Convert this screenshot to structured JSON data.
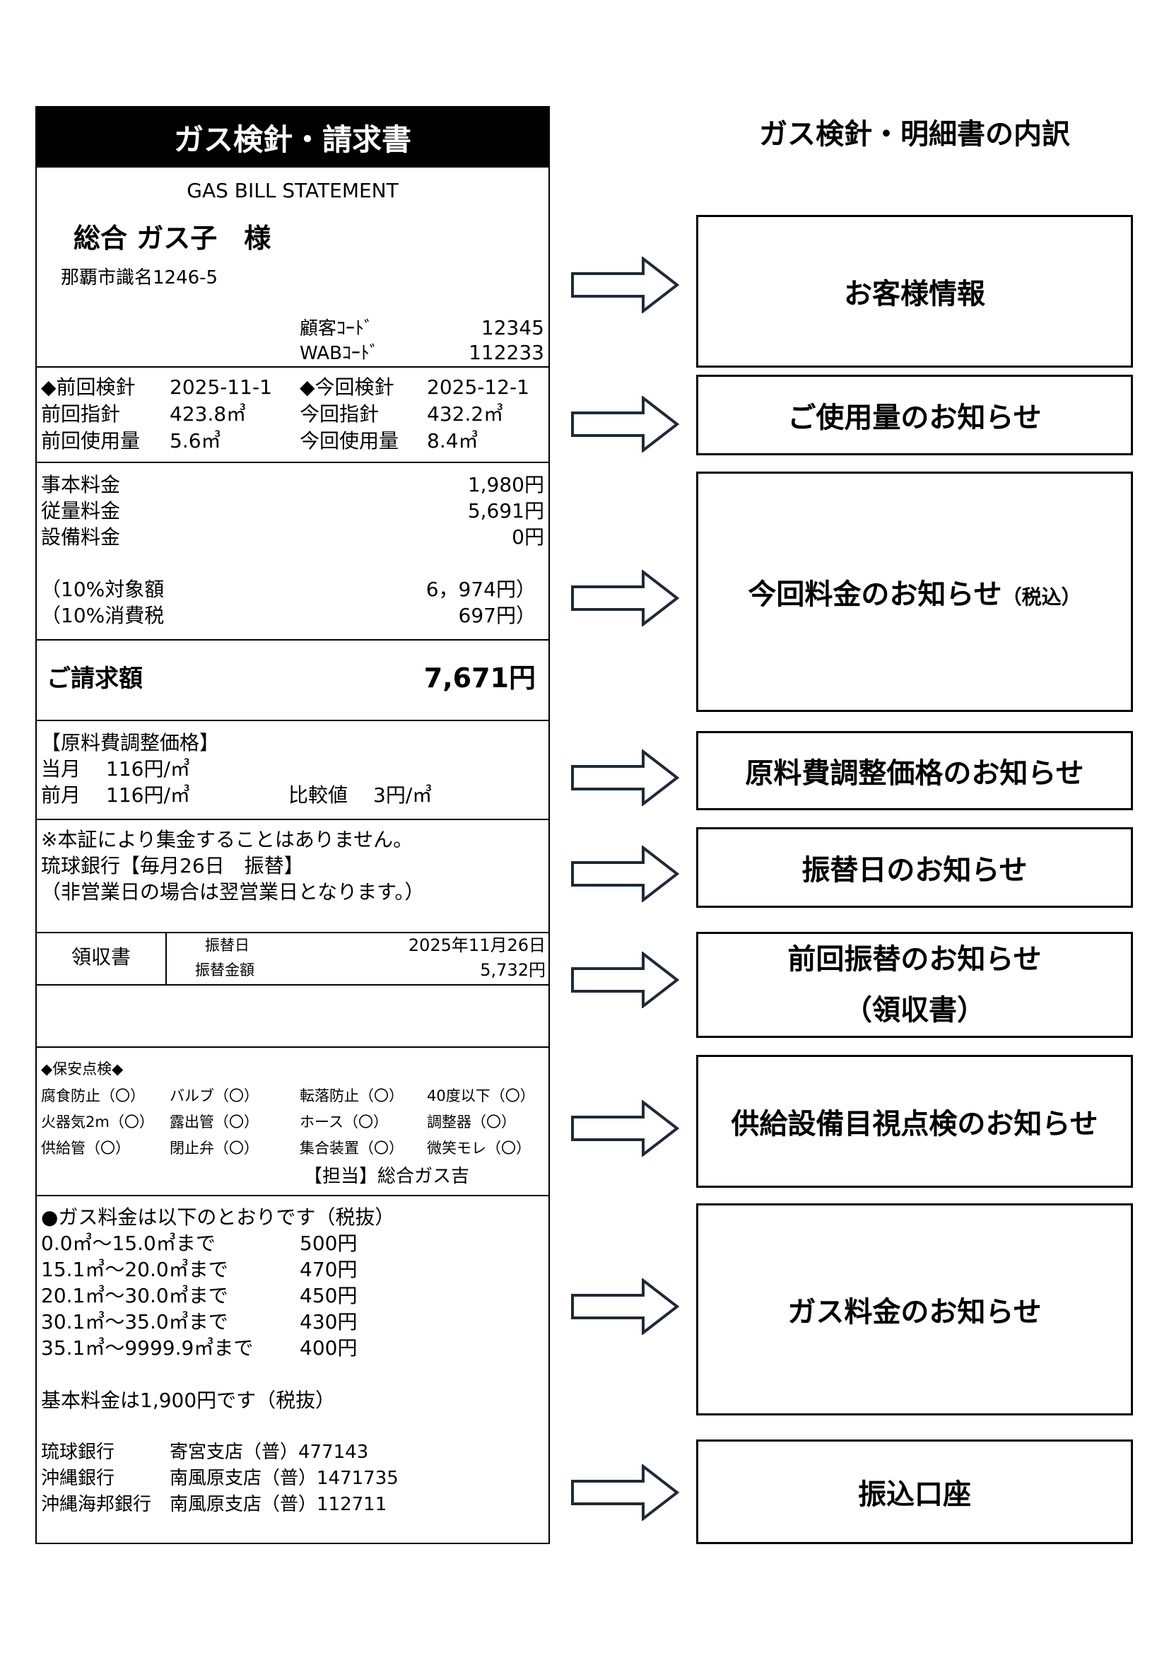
{
  "bill": {
    "header": "ガス検針・請求書",
    "subtitle": "GAS BILL STATEMENT",
    "customer_name": "総合 ガス子　様",
    "address": "那覇市識名1246-5",
    "customer_code_label": "顧客ｺｰﾄﾞ",
    "customer_code": "12345",
    "wab_code_label": "WABｺｰﾄﾞ",
    "wab_code": "112233",
    "prev_reading_label": "◆前回検針",
    "prev_reading_date": "2025-11-1",
    "curr_reading_label": "◆今回検針",
    "curr_reading_date": "2025-12-1",
    "prev_meter_label": "前回指針",
    "prev_meter": "423.8㎥",
    "curr_meter_label": "今回指針",
    "curr_meter": "432.2㎥",
    "prev_usage_label": "前回使用量",
    "prev_usage": "5.6㎥",
    "curr_usage_label": "今回使用量",
    "curr_usage": "8.4㎥",
    "base_fee_label": "事本料金",
    "base_fee": "1,980円",
    "usage_fee_label": "従量料金",
    "usage_fee": "5,691円",
    "equipment_fee_label": "設備料金",
    "equipment_fee": "0円",
    "taxable_label": "（10%対象額",
    "taxable_amount": "6，974円）",
    "tax_label": "（10%消費税",
    "tax_amount": "697円）",
    "billing_label": "ご請求額",
    "billing_amount": "7,671円",
    "raw_title": "【原料費調整価格】",
    "raw_curr_label": "当月",
    "raw_curr": "116円/㎥",
    "raw_prev_label": "前月",
    "raw_prev": "116円/㎥",
    "raw_compare_label": "比較値",
    "raw_compare": "3円/㎥",
    "notice_1": "※本証により集金することはありません。",
    "notice_2": "琉球銀行【毎月26日　振替】",
    "notice_3": "（非営業日の場合は翌営業日となります。）",
    "receipt_label": "領収書",
    "transfer_date_label": "振替日",
    "transfer_date": "2025年11月26日",
    "transfer_amount_label": "振替金額",
    "transfer_amount": "5,732円",
    "safety_title": "◆保安点検◆",
    "safety_items": [
      "腐食防止（〇）",
      "バルブ（〇）",
      "転落防止（〇）",
      "40度以下（〇）",
      "火器気2m（〇）",
      "露出管（〇）",
      "ホース（〇）",
      "調整器（〇）",
      "供給管（〇）",
      "閉止弁（〇）",
      "集合装置（〇）",
      "微笑モレ（〇）"
    ],
    "safety_staff": "【担当】総合ガス吉",
    "rates_title": "●ガス料金は以下のとおりです（税抜）",
    "rates": [
      {
        "range": "0.0㎥～15.0㎥まで",
        "price": "500円"
      },
      {
        "range": "15.1㎥～20.0㎥まで",
        "price": "470円"
      },
      {
        "range": "20.1㎥～30.0㎥まで",
        "price": "450円"
      },
      {
        "range": "30.1㎥～35.0㎥まで",
        "price": "430円"
      },
      {
        "range": "35.1㎥～9999.9㎥まで",
        "price": "400円"
      }
    ],
    "base_rate_note": "基本料金は1,900円です（税抜）",
    "banks": [
      {
        "bank": "琉球銀行",
        "account": "寄宮支店（普）477143"
      },
      {
        "bank": "沖縄銀行",
        "account": "南風原支店（普）1471735"
      },
      {
        "bank": "沖縄海邦銀行",
        "account": "南風原支店（普）112711"
      }
    ]
  },
  "legend": {
    "title": "ガス検針・明細書の内訳",
    "customer_info": "お客様情報",
    "usage_notice": "ご使用量のお知らせ",
    "charge_notice": "今回料金のお知らせ",
    "charge_tax": "（税込）",
    "raw_notice": "原料費調整価格のお知らせ",
    "transfer_day_notice": "振替日のお知らせ",
    "prev_transfer_notice": "前回振替のお知らせ",
    "receipt_paren": "（領収書）",
    "inspection_notice": "供給設備目視点検のお知らせ",
    "rate_notice": "ガス料金のお知らせ",
    "account_notice": "振込口座"
  }
}
